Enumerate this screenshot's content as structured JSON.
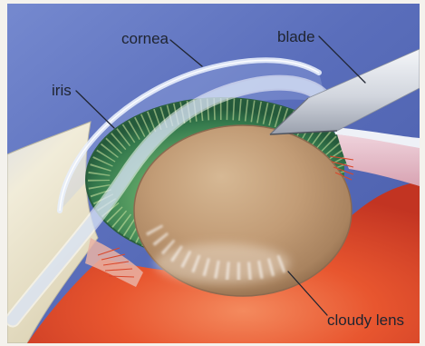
{
  "figure": {
    "labels": {
      "cornea": "cornea",
      "blade": "blade",
      "iris": "iris",
      "cloudy_lens": "cloudy lens"
    }
  },
  "colors": {
    "background_blue": "#5a6ebb",
    "iris_green": "#4f9a5f",
    "lens_tan": "#bd9670",
    "eye_interior_red": "#e04a2e",
    "tissue_pink": "#e2bcc8",
    "blade_gray": "#c9cdd6",
    "label_text": "#1f2430"
  }
}
